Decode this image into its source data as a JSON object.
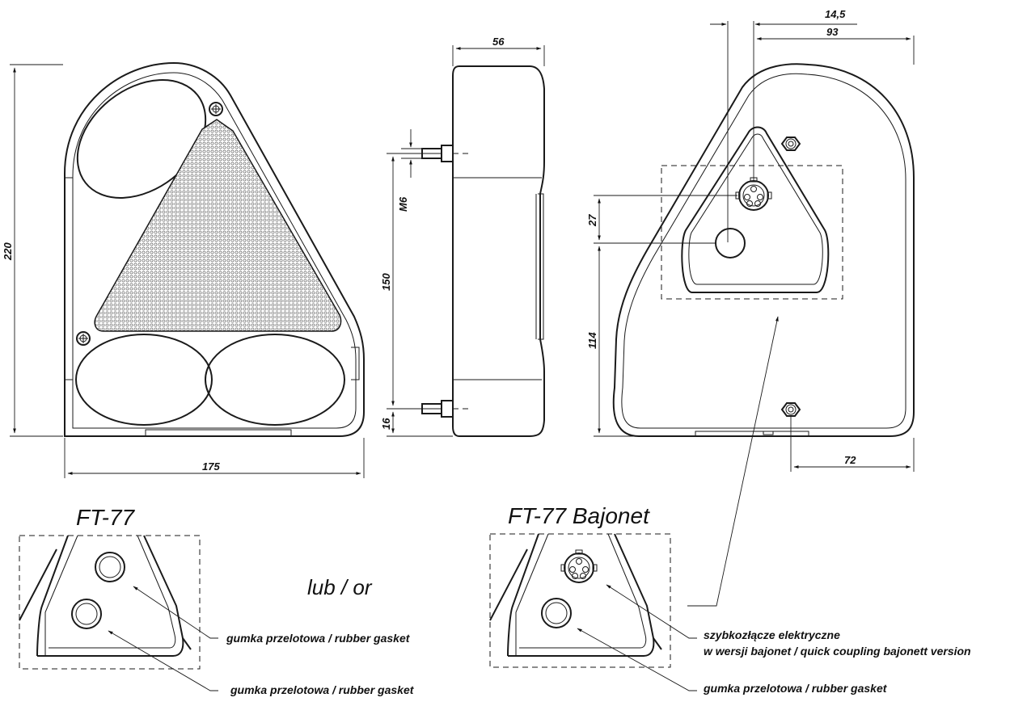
{
  "dimensions": {
    "front_height": "220",
    "front_width": "175",
    "side_depth": "56",
    "thread": "M6",
    "bolt_spacing": "150",
    "bolt_bottom": "16",
    "rear_offset_small": "14,5",
    "rear_offset_large": "93",
    "rear_connector_gap": "27",
    "rear_lower_height": "114",
    "rear_bottom_width": "72"
  },
  "titles": {
    "variant_a": "FT-77",
    "variant_b": "FT-77 Bajonet",
    "or_text": "lub / or"
  },
  "notes": {
    "gasket_1": "gumka przelotowa / rubber gasket",
    "gasket_2": "gumka przelotowa / rubber gasket",
    "gasket_3": "gumka przelotowa / rubber gasket",
    "coupling_line1": "szybkozłącze elektryczne",
    "coupling_line2": "w wersji bajonet / quick coupling bajonett version"
  }
}
